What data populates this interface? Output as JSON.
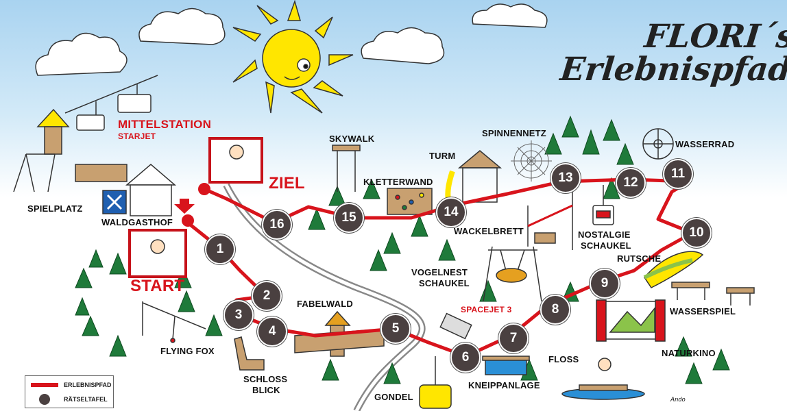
{
  "title": {
    "line1": "FLORI´s",
    "line2": "Erlebnispfad"
  },
  "labels": {
    "mittelstation": "MITTELSTATION",
    "starjet": "STARJET",
    "spielplatz": "SPIELPLATZ",
    "waldgasthof": "WALDGASTHOF",
    "start": "START",
    "ziel": "ZIEL",
    "skywalk": "SKYWALK",
    "kletterwand": "KLETTERWAND",
    "turm": "TURM",
    "spinnennetz": "SPINNENNETZ",
    "wasserrad": "WASSERRAD",
    "wackelbrett": "WACKELBRETT",
    "nostalgie_schaukel_1": "NOSTALGIE",
    "nostalgie_schaukel_2": "SCHAUKEL",
    "rutsche": "RUTSCHE",
    "vogelnest_1": "VOGELNEST",
    "vogelnest_2": "SCHAUKEL",
    "fabelwald": "FABELWALD",
    "spacejet": "SPACEJET 3",
    "wasserspiel": "WASSERSPIEL",
    "naturkino": "NATURKINO",
    "floss": "FLOSS",
    "flying_fox": "FLYING FOX",
    "schloss_1": "SCHLOSS",
    "schloss_2": "BLICK",
    "gondel": "GONDEL",
    "kneippanlage": "KNEIPPANLAGE",
    "signature": "Ando"
  },
  "stations": [
    "1",
    "2",
    "3",
    "4",
    "5",
    "6",
    "7",
    "8",
    "9",
    "10",
    "11",
    "12",
    "13",
    "14",
    "15",
    "16"
  ],
  "legend": {
    "trail": "ERLEBNISPFAD",
    "puzzle": "RÄTSELTAFEL"
  },
  "colors": {
    "trail": "#d8141c",
    "station": "#4a4040",
    "sun": "#ffe600",
    "tree": "#1f7a3a",
    "sky": "#a9d3f0"
  }
}
